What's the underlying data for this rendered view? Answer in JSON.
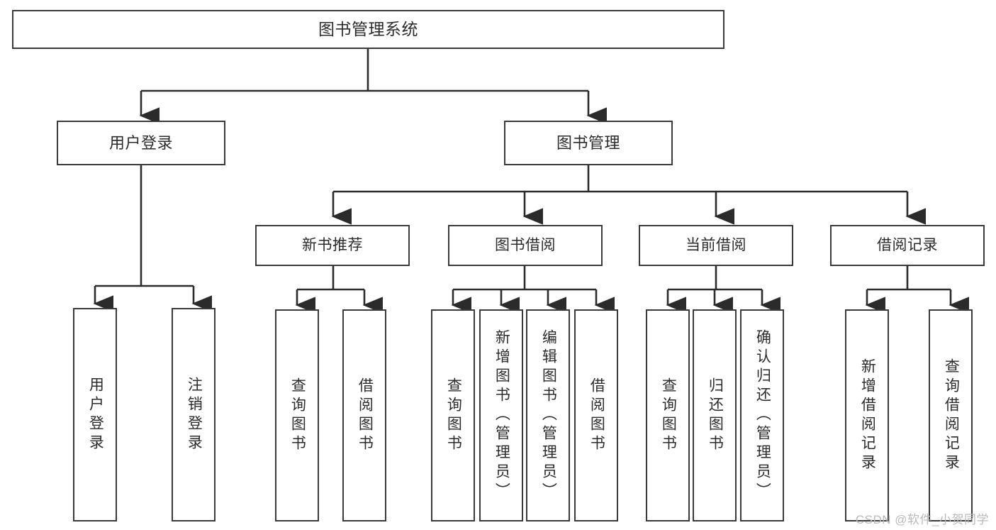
{
  "diagram": {
    "title": "图书管理系统",
    "type": "tree-hierarchy-chart",
    "watermark": "CSDN @软件_小贺同学",
    "colors": {
      "box_border": "#3a3a3a",
      "box_fill": "#ffffff",
      "edge": "#2b2b2b",
      "text": "#2b2b2b",
      "watermark": "#b9b9b9",
      "background": "#ffffff"
    },
    "nodes": {
      "root": {
        "label": "图书管理系统"
      },
      "level1": [
        {
          "id": "user-login",
          "label": "用户登录"
        },
        {
          "id": "book-manage",
          "label": "图书管理"
        }
      ],
      "level2": [
        {
          "id": "new-book-recommend",
          "label": "新书推荐"
        },
        {
          "id": "book-borrow",
          "label": "图书借阅"
        },
        {
          "id": "current-borrow",
          "label": "当前借阅"
        },
        {
          "id": "borrow-record",
          "label": "借阅记录"
        }
      ],
      "leaves": {
        "user-login": [
          {
            "id": "leaf-user-login",
            "label": "用户登录"
          },
          {
            "id": "leaf-user-logout",
            "label": "注销登录"
          }
        ],
        "new-book-recommend": [
          {
            "id": "leaf-query-book-1",
            "label": "查询图书"
          },
          {
            "id": "leaf-borrow-book-1",
            "label": "借阅图书"
          }
        ],
        "book-borrow": [
          {
            "id": "leaf-query-book-2",
            "label": "查询图书"
          },
          {
            "id": "leaf-add-book",
            "label": "新增图书（管理员）"
          },
          {
            "id": "leaf-edit-book",
            "label": "编辑图书（管理员）"
          },
          {
            "id": "leaf-borrow-book-2",
            "label": "借阅图书"
          }
        ],
        "current-borrow": [
          {
            "id": "leaf-query-book-3",
            "label": "查询图书"
          },
          {
            "id": "leaf-return-book",
            "label": "归还图书"
          },
          {
            "id": "leaf-confirm-return",
            "label": "确认归还（管理员）"
          }
        ],
        "borrow-record": [
          {
            "id": "leaf-add-record",
            "label": "新增借阅记录"
          },
          {
            "id": "leaf-query-record",
            "label": "查询借阅记录"
          }
        ]
      }
    }
  }
}
